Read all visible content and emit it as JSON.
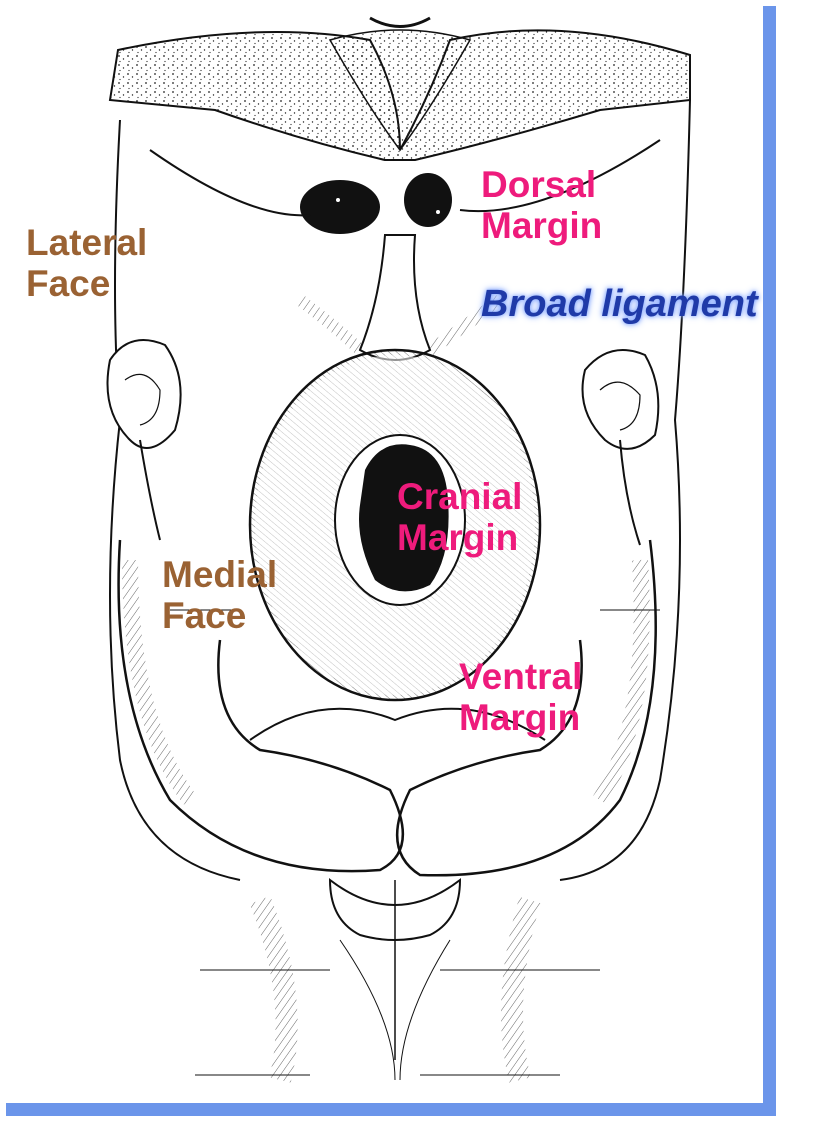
{
  "labels": {
    "dorsal_margin": [
      "Dorsal",
      "Margin"
    ],
    "lateral_face": [
      "Lateral",
      "Face"
    ],
    "broad_ligament": "Broad ligament",
    "cranial_margin": [
      "Cranial",
      "Margin"
    ],
    "medial_face": [
      "Medial",
      "Face"
    ],
    "ventral_margin": [
      "Ventral",
      "Margin"
    ]
  },
  "colors": {
    "margin_labels": "#ee1b7c",
    "face_labels": "#9a6233",
    "ligament_label": "#1f3aa8",
    "frame": "#6b95ea",
    "ink": "#1a1a1a"
  }
}
